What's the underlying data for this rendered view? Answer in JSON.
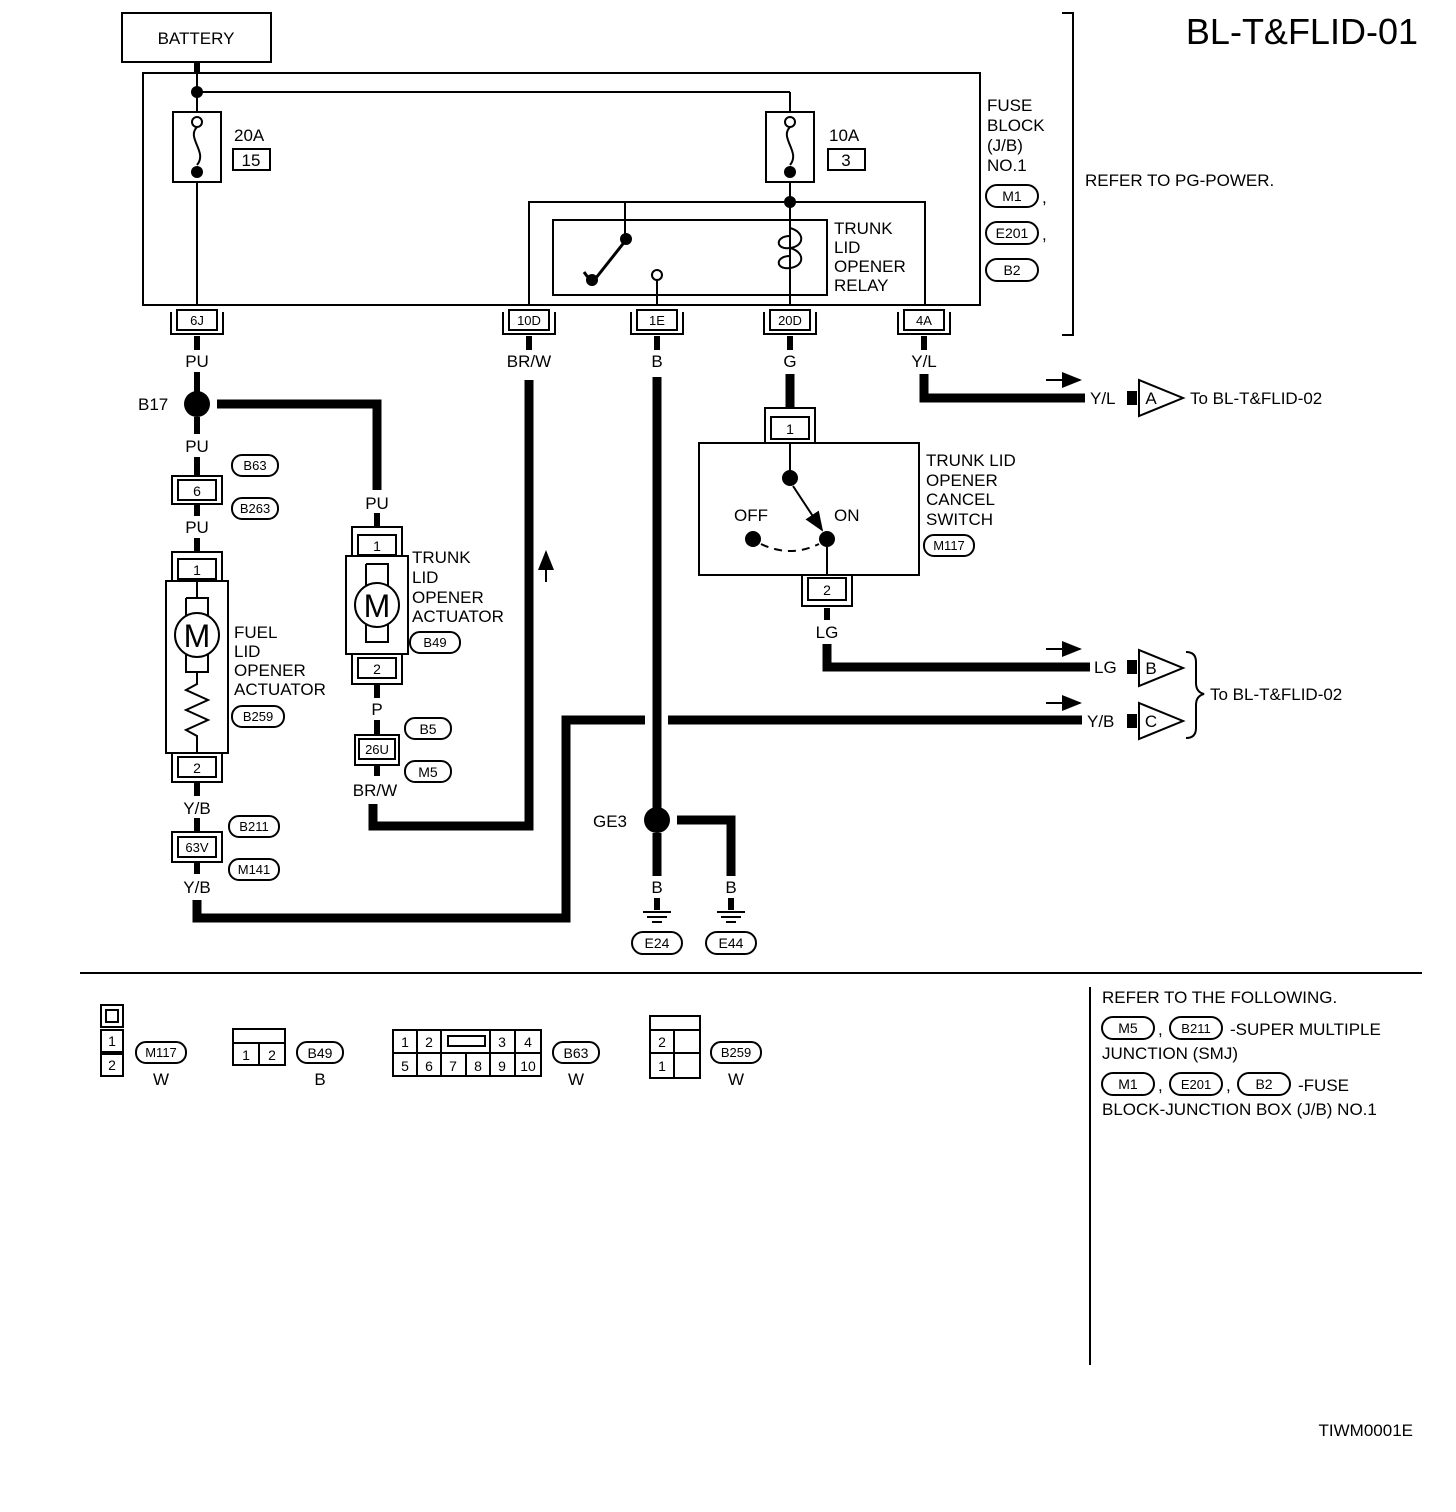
{
  "title": "BL-T&FLID-01",
  "figure_code": "TIWM0001E",
  "battery": {
    "label": "BATTERY"
  },
  "fuses": [
    {
      "rating": "20A",
      "number": "15"
    },
    {
      "rating": "10A",
      "number": "3"
    }
  ],
  "fuse_block": {
    "lines": [
      "FUSE",
      "BLOCK",
      "(J/B)",
      "NO.1"
    ],
    "connectors": [
      "M1",
      "E201",
      "B2"
    ],
    "refer": "REFER TO PG-POWER."
  },
  "relay": {
    "lines": [
      "TRUNK",
      "LID",
      "OPENER",
      "RELAY"
    ]
  },
  "terminals": {
    "t6j": "6J",
    "t10d": "10D",
    "t1e": "1E",
    "t20d": "20D",
    "t4a": "4A"
  },
  "wires": {
    "pu": "PU",
    "brw": "BR/W",
    "b": "B",
    "g": "G",
    "yl": "Y/L",
    "p": "P",
    "yb": "Y/B",
    "lg": "LG"
  },
  "junction_b17": "B17",
  "ground_junction": "GE3",
  "grounds": [
    "E24",
    "E44"
  ],
  "connectors": {
    "c6": "6",
    "c6_tags": [
      "B63",
      "B263"
    ],
    "c26u": "26U",
    "c26u_tags": [
      "B5",
      "M5"
    ],
    "c63v": "63V",
    "c63v_tags": [
      "B211",
      "M141"
    ]
  },
  "pins": {
    "p1": "1",
    "p2": "2"
  },
  "trunk_actuator": {
    "lines": [
      "TRUNK",
      "LID",
      "OPENER",
      "ACTUATOR"
    ],
    "connector": "B49",
    "motor": "M"
  },
  "fuel_actuator": {
    "lines": [
      "FUEL",
      "LID",
      "OPENER",
      "ACTUATOR"
    ],
    "connector": "B259",
    "motor": "M"
  },
  "cancel_switch": {
    "lines": [
      "TRUNK LID",
      "OPENER",
      "CANCEL",
      "SWITCH"
    ],
    "connector": "M117",
    "off": "OFF",
    "on": "ON"
  },
  "outputs": [
    {
      "wire": "Y/L",
      "letter": "A",
      "dest": "To BL-T&FLID-02"
    },
    {
      "wire": "LG",
      "letter": "B"
    },
    {
      "wire": "Y/B",
      "letter": "C"
    }
  ],
  "outputs_dest": "To BL-T&FLID-02",
  "legend": {
    "m117": {
      "id": "M117",
      "color": "W",
      "pins": [
        "1",
        "2"
      ]
    },
    "b49": {
      "id": "B49",
      "color": "B",
      "pins": [
        "1",
        "2"
      ]
    },
    "b63": {
      "id": "B63",
      "color": "W",
      "row1": [
        "1",
        "2",
        "3",
        "4"
      ],
      "row2": [
        "5",
        "6",
        "7",
        "8",
        "9",
        "10"
      ]
    },
    "b259": {
      "id": "B259",
      "color": "W",
      "pins": [
        "2",
        "1"
      ]
    }
  },
  "refer_box": {
    "line1": "REFER TO THE FOLLOWING.",
    "smj_tags": [
      "M5",
      "B211"
    ],
    "smj_text1": "-SUPER MULTIPLE",
    "smj_text2": "JUNCTION (SMJ)",
    "jb_tags": [
      "M1",
      "E201",
      "B2"
    ],
    "jb_text1": "-FUSE",
    "jb_text2": "BLOCK-JUNCTION BOX (J/B) NO.1"
  }
}
